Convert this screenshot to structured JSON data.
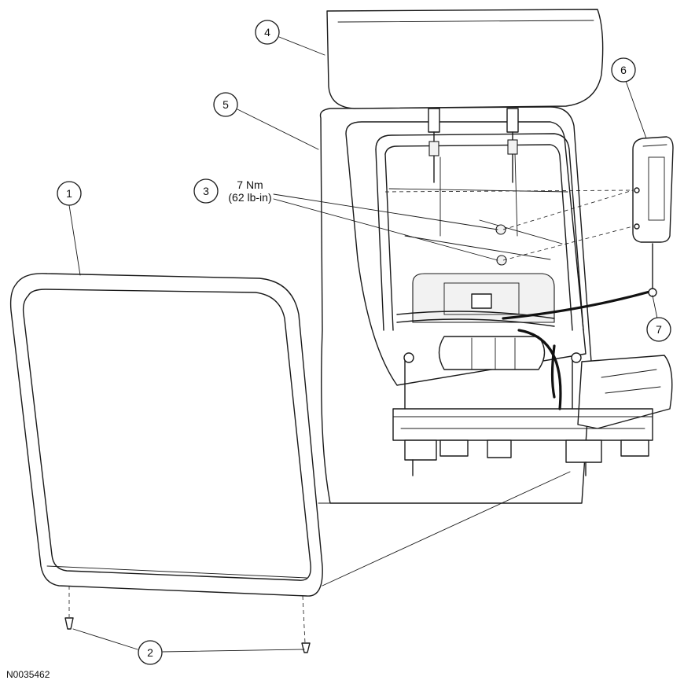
{
  "figure_id": "N0035462",
  "callouts": [
    {
      "id": "1",
      "label": "1"
    },
    {
      "id": "2",
      "label": "2"
    },
    {
      "id": "3",
      "label": "3"
    },
    {
      "id": "4",
      "label": "4"
    },
    {
      "id": "5",
      "label": "5"
    },
    {
      "id": "6",
      "label": "6"
    },
    {
      "id": "7",
      "label": "7"
    }
  ],
  "torque": {
    "line1": "7 Nm",
    "line2": "(62 lb-in)"
  }
}
